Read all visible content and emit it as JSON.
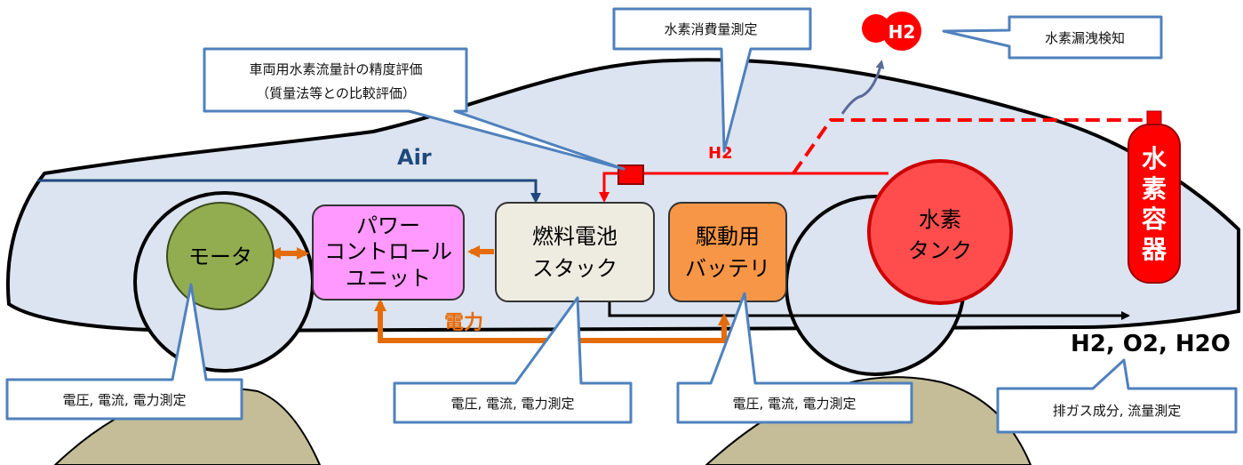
{
  "components": {
    "motor": "モータ",
    "pcu": [
      "パワー",
      "コントロール",
      "ユニット"
    ],
    "fc_stack": [
      "燃料電池",
      "スタック"
    ],
    "battery": [
      "駆動用",
      "バッテリ"
    ],
    "h2_tank": [
      "水素",
      "タンク"
    ],
    "h2_cylinder": [
      "水",
      "素",
      "容",
      "器"
    ]
  },
  "flows": {
    "air": "Air",
    "power": "電力",
    "h2_line": "H2",
    "leak_molecule": "H2",
    "exhaust": "H2, O2, H2O"
  },
  "callouts": {
    "flowmeter": [
      "車両用水素流量計の精度評価",
      "（質量法等との比較評価）"
    ],
    "consumption": "水素消費量測定",
    "leak": "水素漏洩検知",
    "motor_measure": "電圧, 電流, 電力測定",
    "stack_measure": "電圧, 電流, 電力測定",
    "battery_measure": "電圧, 電流, 電力測定",
    "exhaust_measure": "排ガス成分, 流量測定"
  },
  "colors": {
    "car_body": "#dbe4f0",
    "motor": "#92ad50",
    "pcu": "#ff99ff",
    "fc_stack": "#eeece1",
    "battery": "#f79646",
    "h2_red": "#ff0000",
    "power_orange": "#e46c0a",
    "air_blue": "#1f497d",
    "callout_border": "#4f81bd",
    "ground": "#c4bd97"
  }
}
